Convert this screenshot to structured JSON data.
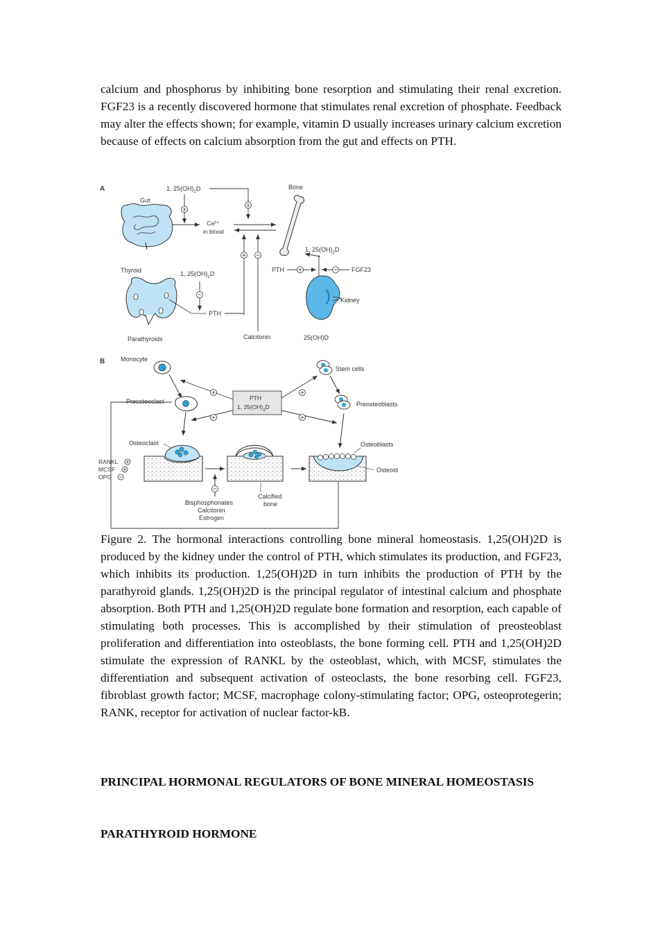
{
  "intro": "calcium and phosphorus by inhibiting bone resorption and stimulating their renal excretion. FGF23 is a recently discovered hormone that stimulates renal excretion of phosphate. Feedback may alter the effects shown; for example, vitamin D usually increases urinary calcium excretion because of effects on calcium absorption from the gut and effects on PTH.",
  "figure": {
    "panel_a": {
      "label": "A",
      "gut": "Gut",
      "vitd_top": "1, 25(OH)",
      "ca": "Ca²⁺",
      "in_blood": "in blood",
      "bone": "Bone",
      "vitd_kidney": "1, 25(OH)",
      "thyroid": "Thyroid",
      "vitd_thyroid": "1, 25(OH)",
      "pth_right": "PTH",
      "fgf23": "FGF23",
      "kidney": "Kidney",
      "pth_left": "PTH",
      "parathyroids": "Parathyroids",
      "calcitonin": "Calcitonin",
      "vitd25": "25(OH)D",
      "sub2": "2",
      "d": "D"
    },
    "panel_b": {
      "label": "B",
      "monocyte": "Monocyte",
      "stem_cells": "Stem cells",
      "preosteoclast": "Preosteoclast",
      "box_pth": "PTH",
      "box_vitd": "1, 25(OH)",
      "preosteoblasts": "Preosteoblasts",
      "osteoclast": "Osteoclast",
      "osteoblasts": "Osteoblasts",
      "rankl": "RANKL",
      "mcsf": "MCSF",
      "opg": "OPG",
      "osteoid": "Osteoid",
      "inhibitors": [
        "Bisphosphonates",
        "Calcitonin",
        "Estrogen"
      ],
      "calcified": [
        "Calcified",
        "bone"
      ]
    }
  },
  "caption": " Figure 2. The hormonal interactions controlling bone mineral homeostasis. 1,25(OH)2D is produced by the kidney under the control of PTH, which stimulates its production, and FGF23, which inhibits its production. 1,25(OH)2D in turn inhibits the production of PTH by the parathyroid glands. 1,25(OH)2D is the principal regulator of intestinal calcium and phosphate absorption. Both PTH and 1,25(OH)2D regulate bone formation and resorption, each capable of stimulating both processes. This is accomplished by their stimulation of preosteoblast proliferation and differentiation into osteoblasts, the bone forming cell. PTH and 1,25(OH)2D stimulate the expression of RANKL by the osteoblast, which, with MCSF, stimulates the differentiation and subsequent activation of osteoclasts, the bone resorbing cell. FGF23, fibroblast growth factor; MCSF, macrophage colony-stimulating factor; OPG, osteoprotegerin; RANK, receptor for activation of nuclear factor-kB.",
  "heading1": "PRINCIPAL HORMONAL REGULATORS OF BONE MINERAL HOMEOSTASIS",
  "heading2": "PARATHYROID HORMONE"
}
